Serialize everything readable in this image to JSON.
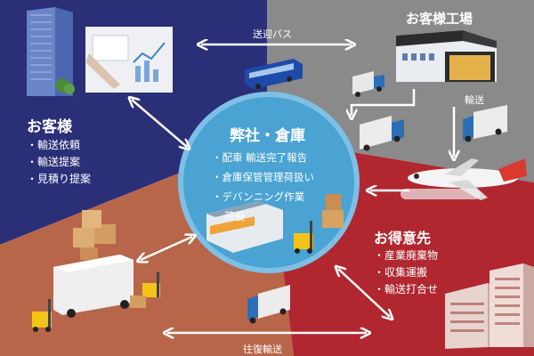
{
  "colors": {
    "top_left": "#2b2f78",
    "top_right": "#8a8a8a",
    "bottom_left": "#b8664a",
    "bottom_right": "#b1272f",
    "circle_fill": "#4aa3d2",
    "circle_ring": "#7ec0e4",
    "arrow": "#ffffff"
  },
  "customer": {
    "title": "お客様",
    "items": [
      "輸送依頼",
      "輸送提案",
      "見積り提案"
    ]
  },
  "factory": {
    "title": "お客様工場"
  },
  "client": {
    "title": "お得意先",
    "items": [
      "産業廃棄物",
      "収集運搬",
      "輸送打合せ"
    ]
  },
  "company": {
    "title": "弊社・倉庫",
    "items": [
      "配車 輸送完了報告",
      "倉庫保管管理荷扱い",
      "デバンニング作業",
      "荷役"
    ]
  },
  "labels": {
    "shuttle_bus": "送迎バス",
    "transport": "輸送",
    "round_trip": "往復輸送"
  },
  "bullet": "・"
}
